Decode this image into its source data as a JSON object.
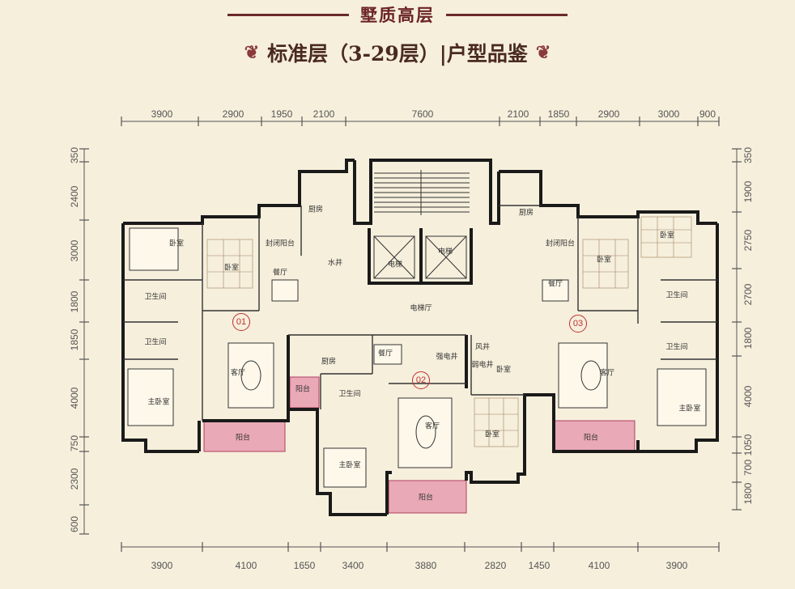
{
  "header": {
    "title": "墅质高层",
    "subtitle": "标准层（3-29层）|户型品鉴",
    "ornament": "❦"
  },
  "dimensions": {
    "top": [
      "3900",
      "2900",
      "1950",
      "2100",
      "7600",
      "2100",
      "1850",
      "2900",
      "3000",
      "900"
    ],
    "bottom": [
      "3900",
      "4100",
      "1650",
      "3400",
      "3880",
      "2820",
      "1450",
      "4100",
      "3900"
    ],
    "left": [
      "350",
      "2400",
      "3000",
      "1800",
      "1850",
      "4000",
      "750",
      "2300",
      "600"
    ],
    "right": [
      "350",
      "1900",
      "2750",
      "2700",
      "1800",
      "4000",
      "1050",
      "700",
      "1800"
    ]
  },
  "units": [
    "01",
    "02",
    "03"
  ],
  "rooms": {
    "bedroom": "卧室",
    "master_bedroom": "主卧室",
    "bathroom": "卫生间",
    "living_room": "客厅",
    "dining_room": "餐厅",
    "kitchen": "厨房",
    "balcony": "阳台",
    "laundry_balcony": "封闭阳台",
    "elevator_hall": "电梯厅",
    "elevator": "电梯",
    "water_shaft": "水井",
    "strong_shaft": "强电井",
    "weak_shaft": "弱电井",
    "air_shaft": "风井"
  },
  "colors": {
    "background": "#f6efdc",
    "wall": "#1a1a1a",
    "balcony_fill": "#e9a9b6",
    "unit_marker": "#c03030",
    "title": "#6b2424"
  }
}
